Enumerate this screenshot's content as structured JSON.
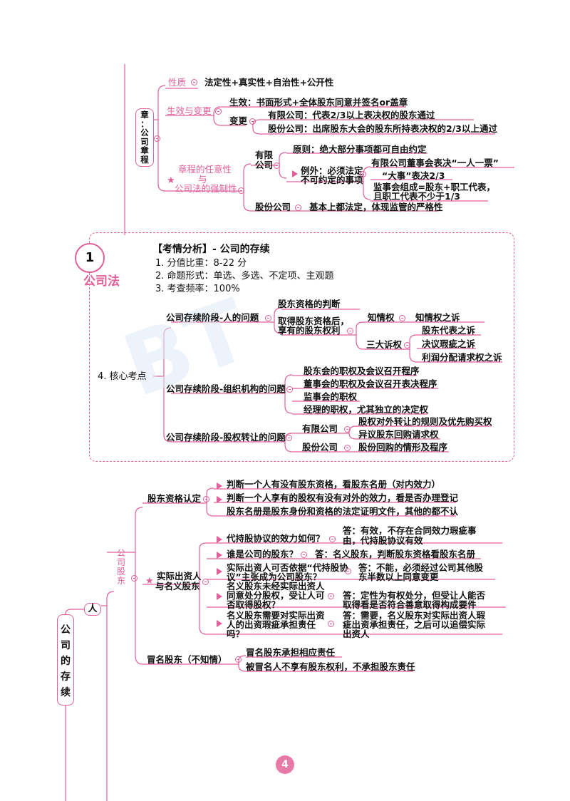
{
  "charter": {
    "title": "章\n：\n公\n司\n章\n程",
    "nature_label": "性质",
    "nature_value": "法定性+真实性+自治性+公开性",
    "effect_change_label": "生效与变更",
    "effect_label": "生效：书面形式+全体股东同意并签名or盖章",
    "change_label": "变更",
    "change_llc": "有限公司：代表2/3以上表决权的股东通过",
    "change_jsc": "股份公司：出席股东大会的股东所持表决权的2/3以上通过",
    "arbitrary_label_1": "章程的任意性",
    "arbitrary_label_2": "与",
    "arbitrary_label_3": "公司法的强制性",
    "llc_label_1": "有限",
    "llc_label_2": "公司",
    "principle": "原则：绝大部分事项都可自由约定",
    "exception_1": "例外：必须法定",
    "exception_2": "不可约定的事项",
    "exc_item1": "有限公司董事会表决“一人一票”",
    "exc_item2": "“大事”表决2/3",
    "exc_item3_1": "监事会组成=股东+职工代表，",
    "exc_item3_2": "且职工代表不少于1/3",
    "jsc_label": "股份公司",
    "jsc_value": "基本上都法定，体现监管的严格性"
  },
  "analysis": {
    "number": "1",
    "subject": "公司法",
    "heading": "【考情分析】- 公司的存续",
    "line1": "1. 分值比重：8-22 分",
    "line2": "2. 命题形式：单选、多选、不定项、主观题",
    "line3": "3. 考查频率：100%",
    "core": "4. 核心考点",
    "stage1": "公司存续阶段-人的问题",
    "s1_a": "股东资格的判断",
    "s1_b1": "取得股东资格后，",
    "s1_b2": "享有的股东权利",
    "right_know": "知情权",
    "right_know_suit": "知情权之诉",
    "three_suits": "三大诉权",
    "suit1": "股东代表之诉",
    "suit2": "决议瑕疵之诉",
    "suit3": "利润分配请求权之诉",
    "stage2": "公司存续阶段-组织机构的问题",
    "s2_a": "股东会的职权及会议召开程序",
    "s2_b": "董事会的职权及会议召开表决程序",
    "s2_c": "监事会的职权",
    "s2_d": "经理的职权，尤其独立的决定权",
    "stage3": "公司存续阶段-股权转让的问题",
    "s3_llc": "有限公司",
    "s3_llc_a": "股权对外转让的规则及优先购买权",
    "s3_llc_b": "异议股东回购请求权",
    "s3_jsc": "股份公司",
    "s3_jsc_a": "股份回购的情形及程序"
  },
  "existence": {
    "title": "公\n司\n的\n存\n续",
    "person": "人",
    "shareholder": "公\n司\n股\n东",
    "qual_label": "股东资格认定",
    "qual1": "判断一个人有没有股东资格，看股东名册（对内效力）",
    "qual2": "判断一个人享有的股权有没有对外的效力，看是否办理登记",
    "qual3": "股东名册是股东身份和资格的法定证明文件，其他的都不认",
    "actual_label_1": "实际出资人",
    "actual_label_2": "与名义股东",
    "q1": "代持股协议的效力如何？",
    "a1_1": "答：有效，不存在合同效力瑕疵事",
    "a1_2": "由，代持股协议有效",
    "q2": "谁是公司的股东？",
    "a2": "答：名义股东，判断股东资格看股东名册",
    "q3_1": "实际出资人可否依据“代持股协",
    "q3_2": "议”主张成为公司股东？",
    "a3_1": "答：不能，必须经过公司其他股",
    "a3_2": "东半数以上同意变更",
    "q4_1": "名义股东未经实际出资人",
    "q4_2": "同意处分股权，受让人可",
    "q4_3": "否取得股权？",
    "a4_1": "答：定性为有权处分，但受让人能否",
    "a4_2": "取得看是否符合善意取得构成要件",
    "q5_1": "名义股东需要对实际出资",
    "q5_2": "人的出资瑕疵承担责任",
    "q5_3": "吗？",
    "a5_1": "答：需要，名义股东对实际出资人瑕",
    "a5_2": "疵出资承担责任，之后可以追偿实际",
    "a5_3": "出资人",
    "imposter_label": "冒名股东（不知情）",
    "imp1": "冒名股东承担相应责任",
    "imp2": "被冒名人不享有股东权利，不承担股东责任"
  },
  "page": {
    "number": "4"
  },
  "colors": {
    "accent": "#e0609a",
    "page_badge": "#e87aa8"
  },
  "icons": [
    "collapse-circle-icon",
    "arrow-flag-icon",
    "star-icon"
  ]
}
